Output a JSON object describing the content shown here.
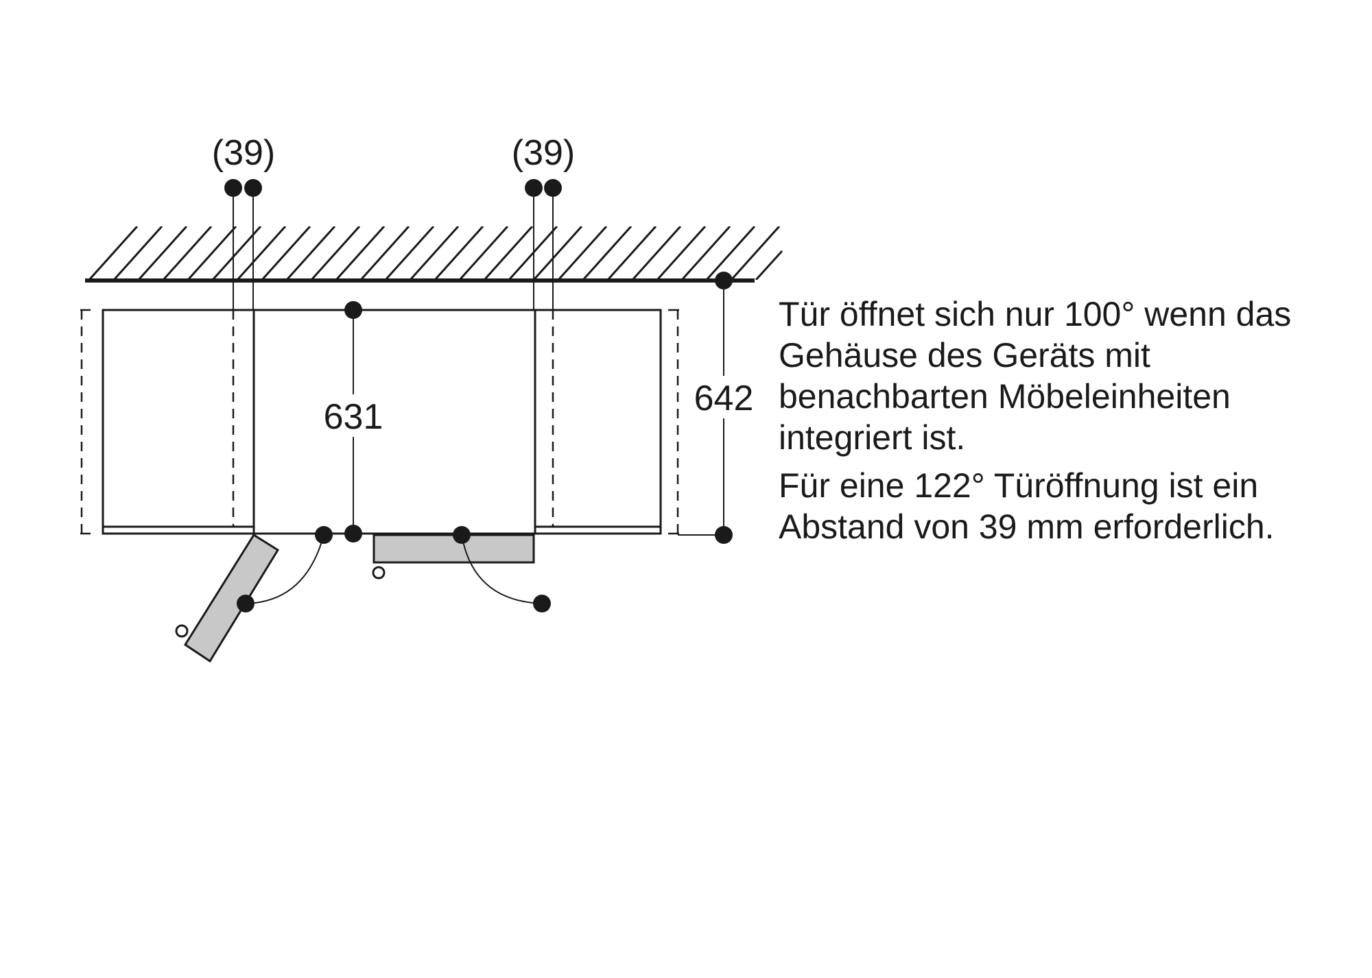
{
  "labels": {
    "gap_left": "(39)",
    "gap_right": "(39)",
    "depth_inner": "631",
    "depth_total": "642"
  },
  "notes": {
    "line1": "Tür öffnet sich nur 100° wenn das Gehäuse des Geräts mit benachbarten Möbeleinheiten integriert ist.",
    "line2": "Für eine 122° Türöffnung ist ein Abstand von 39 mm erforderlich."
  },
  "colors": {
    "stroke": "#1a1a1a",
    "door_fill": "#c8c8c8"
  }
}
